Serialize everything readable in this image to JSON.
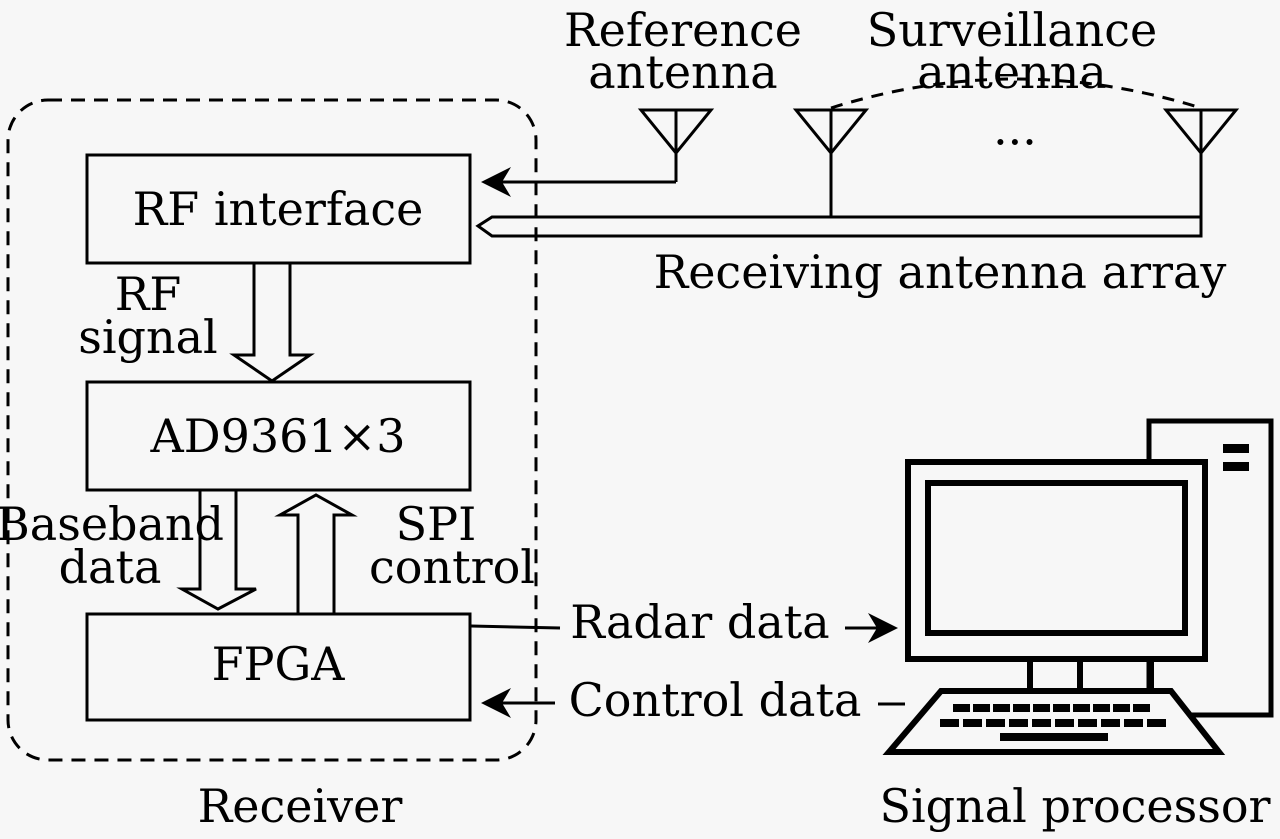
{
  "receiver": {
    "label": "Receiver",
    "blocks": {
      "rf_interface": "RF interface",
      "ad9361": "AD9361×3",
      "fpga": "FPGA"
    },
    "links": {
      "rf_signal_line1": "RF",
      "rf_signal_line2": "signal",
      "baseband_line1": "Baseband",
      "baseband_line2": "data",
      "spi_line1": "SPI",
      "spi_line2": "control"
    }
  },
  "antennas": {
    "reference_line1": "Reference",
    "reference_line2": "antenna",
    "surveillance_line1": "Surveillance",
    "surveillance_line2": "antenna",
    "ellipsis": "···",
    "array_label": "Receiving antenna array"
  },
  "signal_processor": {
    "label": "Signal processor",
    "radar_data": "Radar data",
    "control_data": "Control data"
  }
}
